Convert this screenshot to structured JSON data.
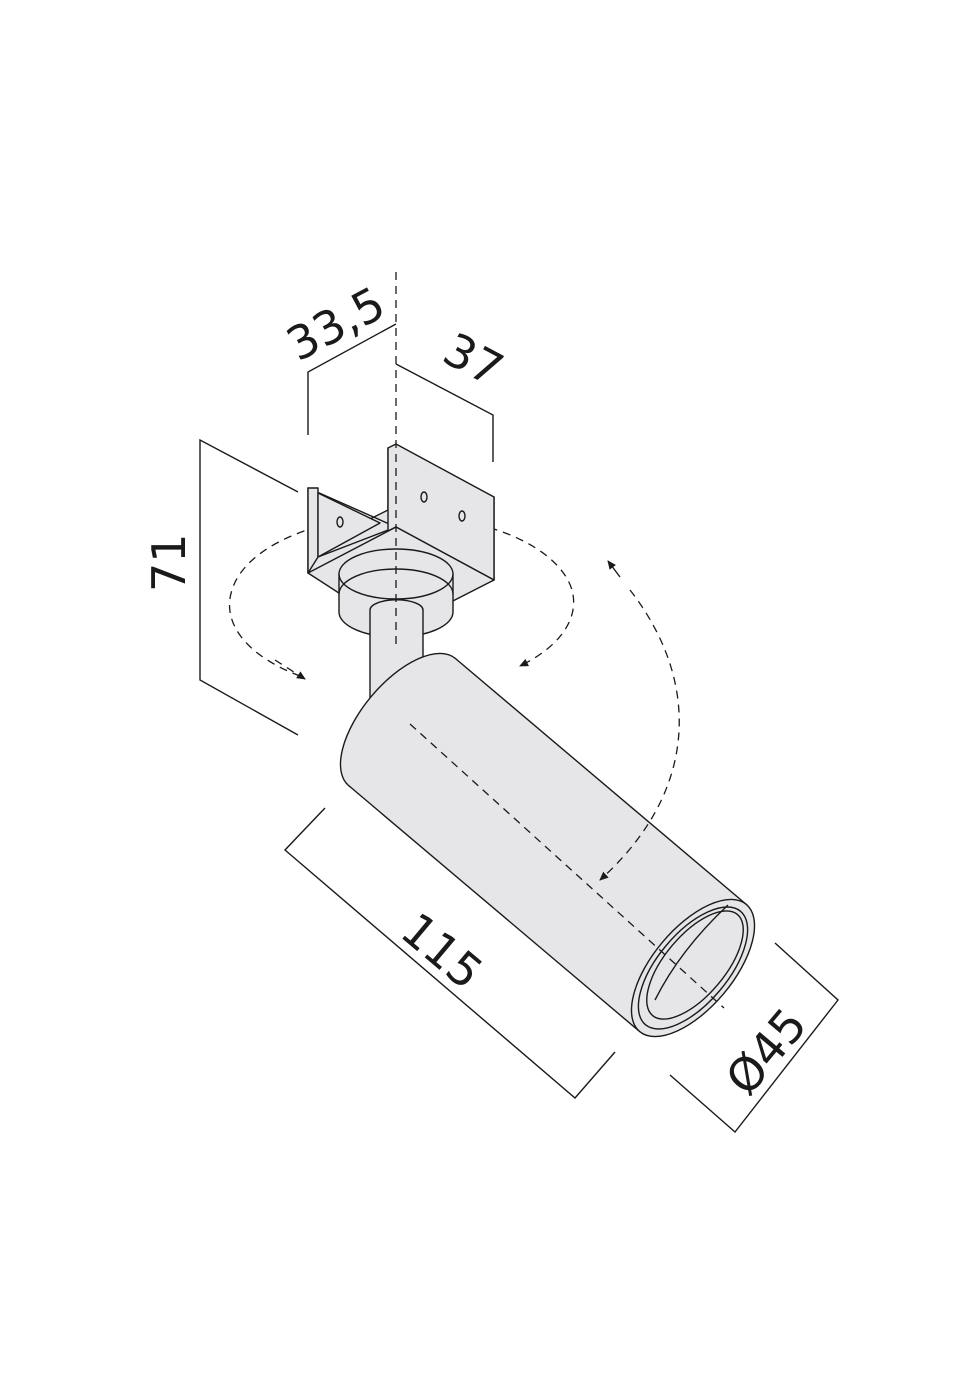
{
  "dimensions": {
    "bracket_depth": "33,5",
    "bracket_width": "37",
    "height": "71",
    "body_length": "115",
    "body_diameter": "Ø45"
  },
  "colors": {
    "part_fill": "#e6e6e8",
    "line": "#1a1a1a"
  }
}
